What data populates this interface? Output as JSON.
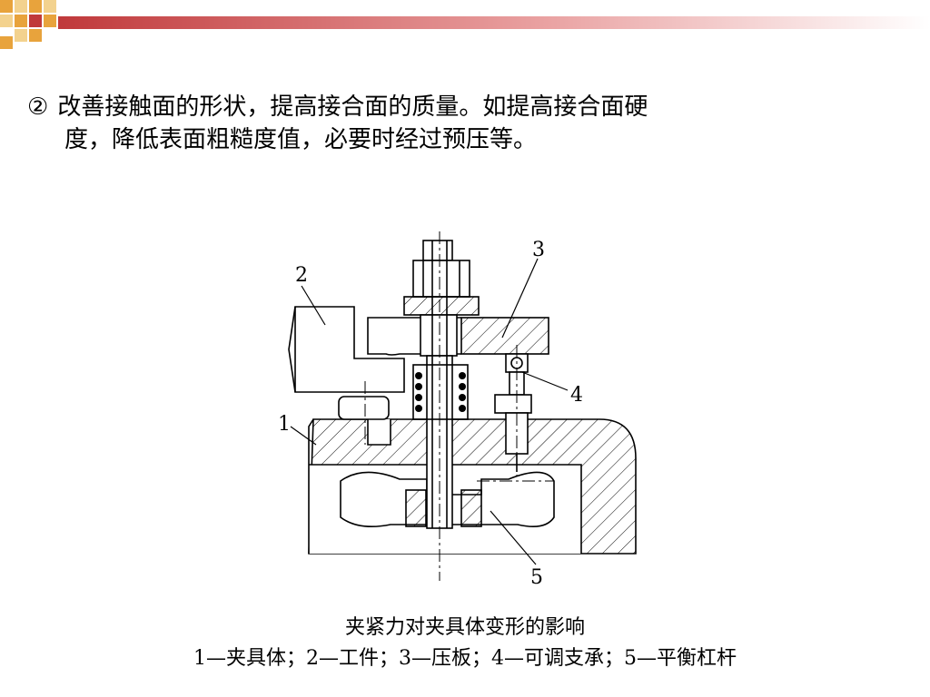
{
  "slide": {
    "bullet": "②",
    "line1": "改善接触面的形状，提高接合面的质量。如提高接合面硬",
    "line2": "度，降低表面粗糙度值，必要时经过预压等。"
  },
  "diagram": {
    "labels": {
      "fixture_body": "1",
      "workpiece": "2",
      "clamp_plate": "3",
      "adjustable_support": "4",
      "balance_lever": "5"
    }
  },
  "caption": {
    "title": "夹紧力对夹具体变形的影响",
    "legend": "1—夹具体；2—工件；3—压板；4—可调支承；5—平衡杠杆"
  },
  "colors": {
    "deco_orange": "#E8A33C",
    "deco_red": "#C0393B",
    "line": "#000000"
  }
}
